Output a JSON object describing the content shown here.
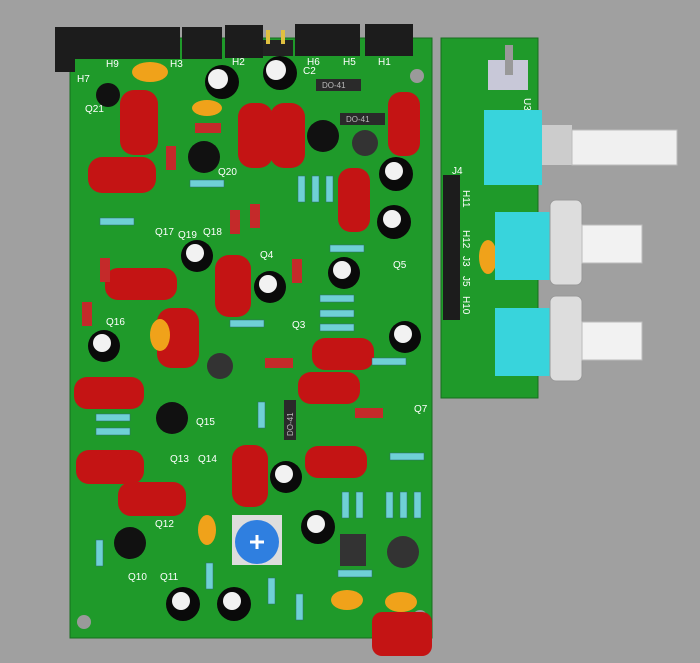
{
  "colors": {
    "background": "#a0a0a0",
    "pcb": "#1f9a2a",
    "header": "#1c1c1c",
    "film_cap": "#c41414",
    "ceramic_cap": "#f0a21a",
    "pot_body": "#38d4dc",
    "trimmer": "#2f7fe0"
  },
  "headers": {
    "H7": "H7",
    "H9": "H9",
    "H3": "H3",
    "H2": "H2",
    "C2": "C2",
    "H6": "H6",
    "H5": "H5",
    "H1": "H1"
  },
  "transistors": [
    "Q21",
    "Q20",
    "Q17",
    "Q19",
    "Q18",
    "Q4",
    "Q5",
    "Q16",
    "Q3",
    "Q15",
    "Q13",
    "Q14",
    "Q7",
    "Q12",
    "Q10",
    "Q11"
  ],
  "diodes": [
    "DO-41",
    "DO-41",
    "DO-41"
  ],
  "side_board": {
    "U3": "U3",
    "connectors": [
      "J4",
      "H11",
      "H12",
      "J3",
      "J5",
      "H10"
    ]
  }
}
